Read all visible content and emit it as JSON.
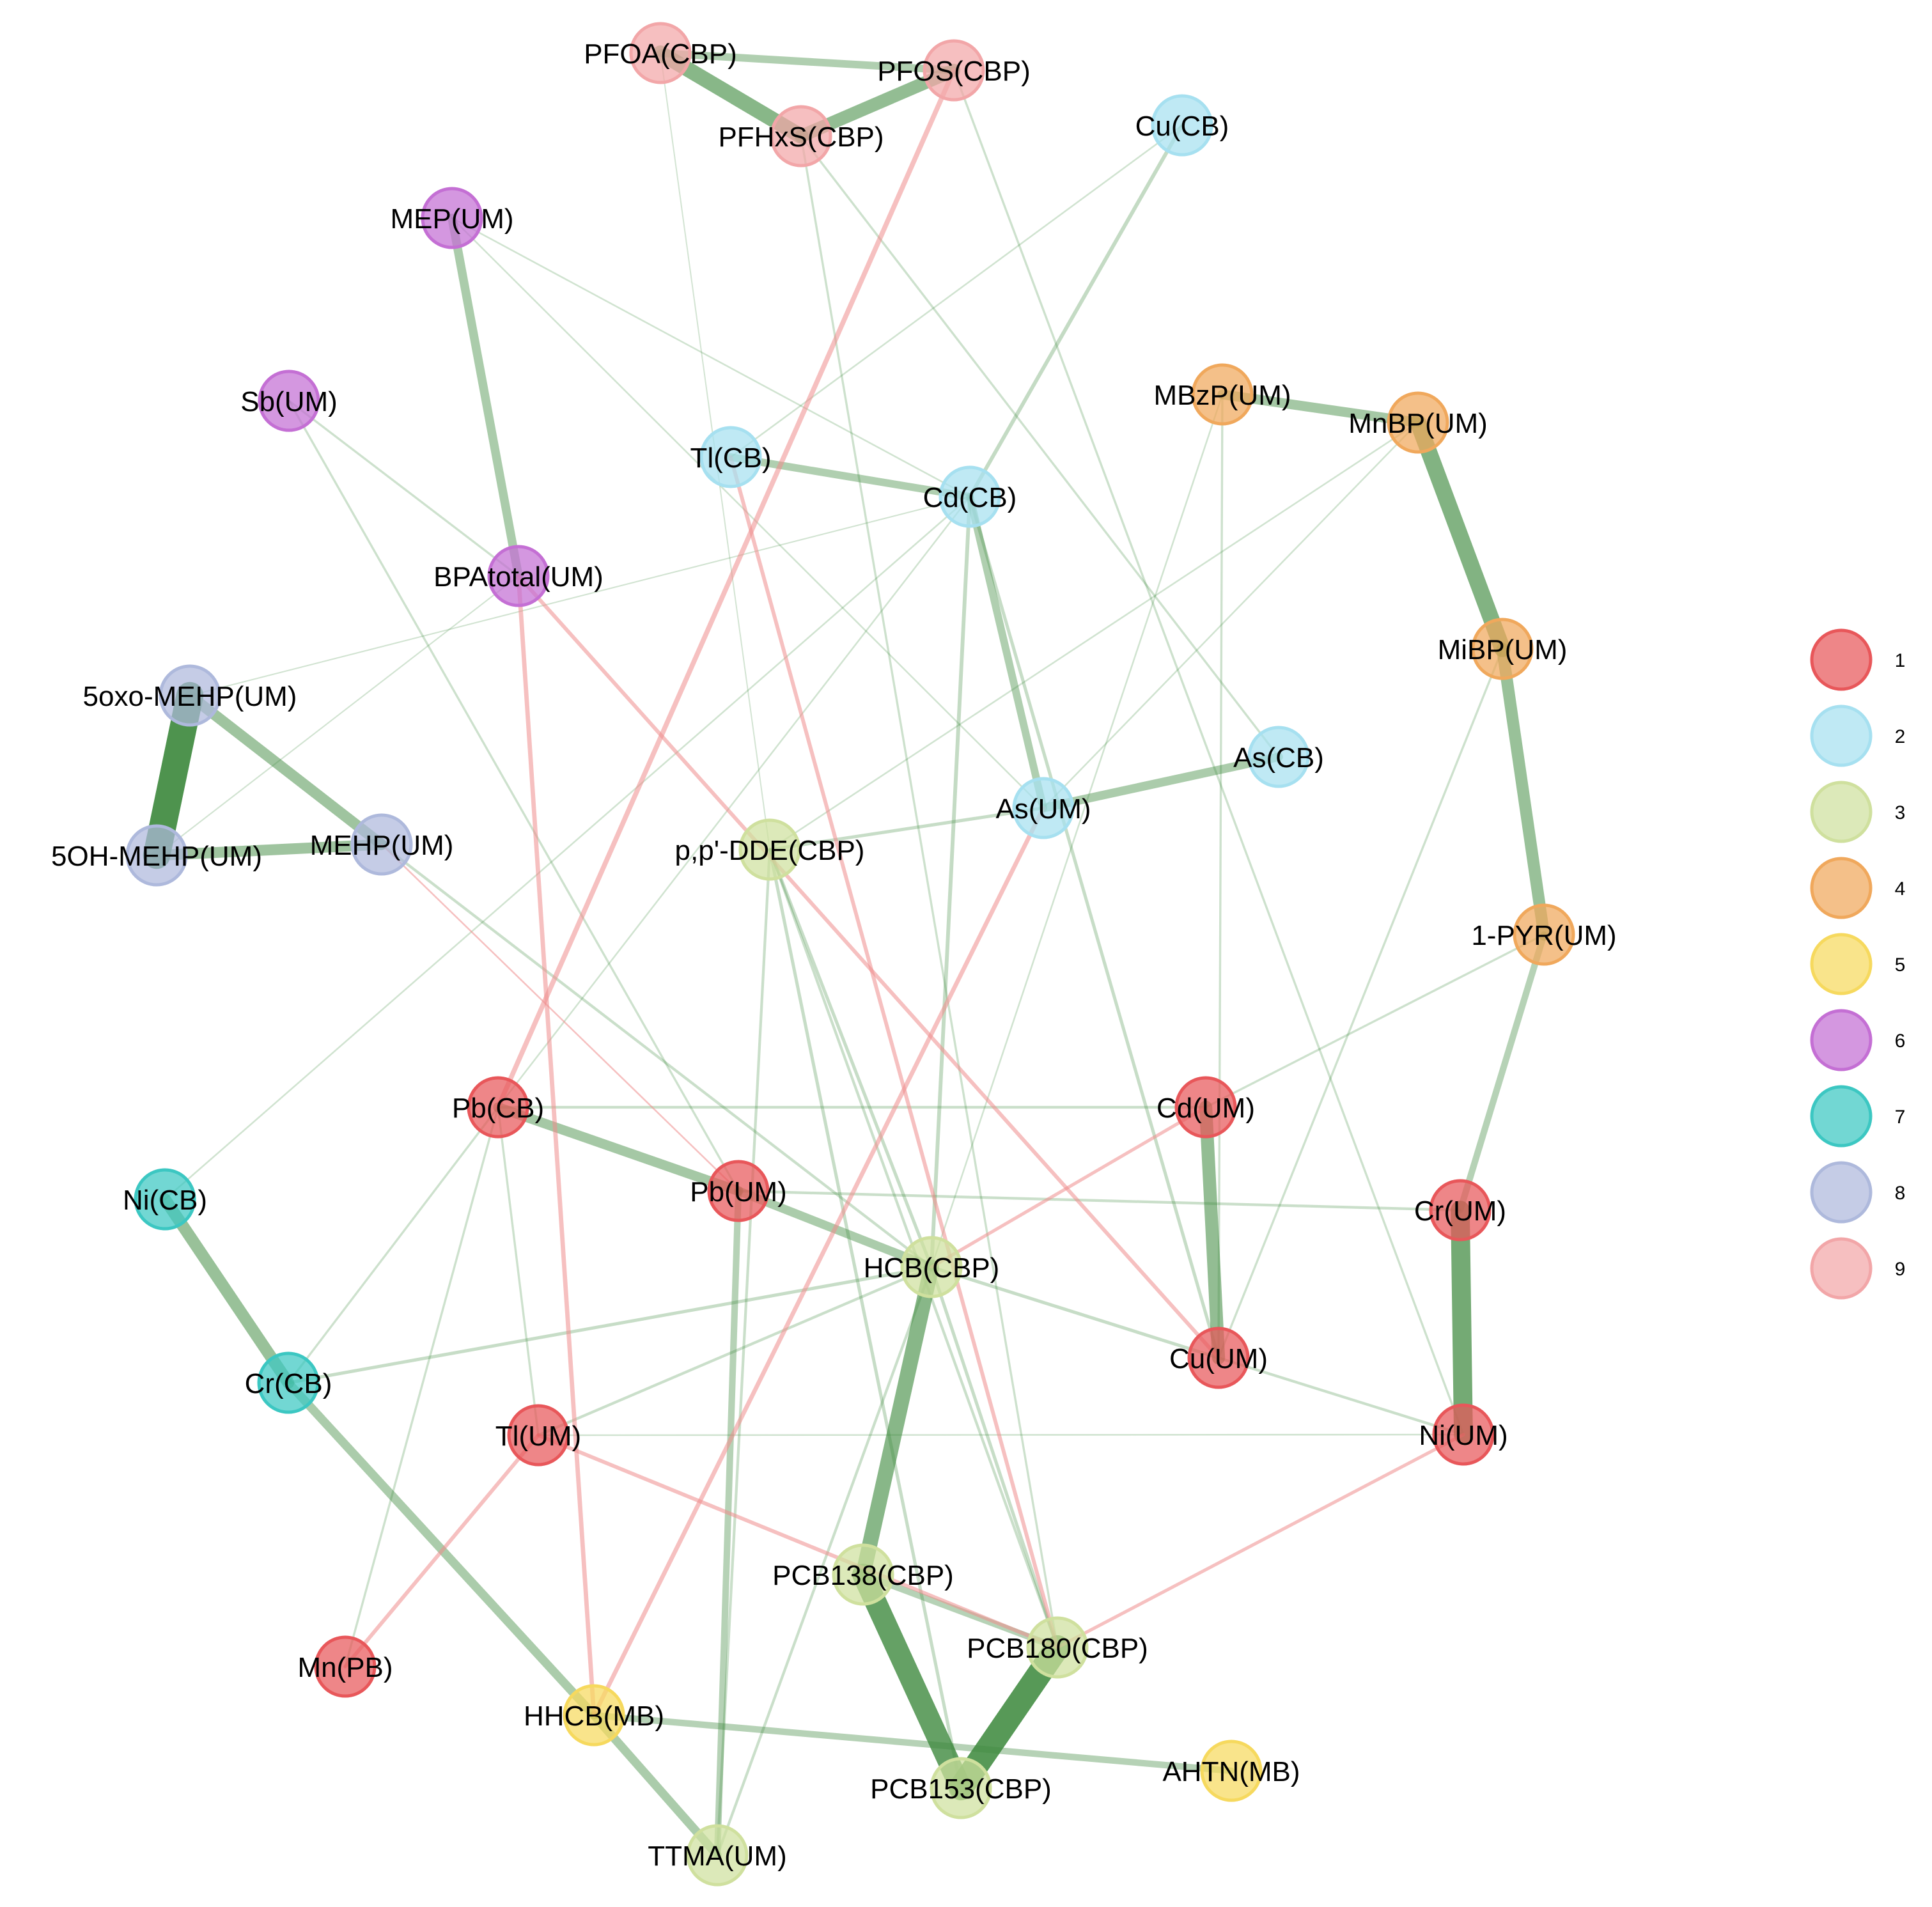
{
  "colors": {
    "edge_positive": "#3f8a3f",
    "edge_negative": "#ee8c8c",
    "groups": {
      "1": "#e8575a",
      "2": "#a6e0f0",
      "3": "#cfe09e",
      "4": "#f0a85c",
      "5": "#f6d95e",
      "6": "#c46fd4",
      "7": "#3cc7c2",
      "8": "#aeb9dc",
      "9": "#f2a6a8"
    }
  },
  "legend": [
    {
      "label": "1",
      "group": "1"
    },
    {
      "label": "2",
      "group": "2"
    },
    {
      "label": "3",
      "group": "3"
    },
    {
      "label": "4",
      "group": "4"
    },
    {
      "label": "5",
      "group": "5"
    },
    {
      "label": "6",
      "group": "6"
    },
    {
      "label": "7",
      "group": "7"
    },
    {
      "label": "8",
      "group": "8"
    },
    {
      "label": "9",
      "group": "9"
    }
  ],
  "nodes": [
    {
      "id": "PFOA",
      "label": "PFOA(CBP)",
      "group": "9"
    },
    {
      "id": "PFOS",
      "label": "PFOS(CBP)",
      "group": "9"
    },
    {
      "id": "PFHxS",
      "label": "PFHxS(CBP)",
      "group": "9"
    },
    {
      "id": "CuCB",
      "label": "Cu(CB)",
      "group": "2"
    },
    {
      "id": "MEP",
      "label": "MEP(UM)",
      "group": "6"
    },
    {
      "id": "SbUM",
      "label": "Sb(UM)",
      "group": "6"
    },
    {
      "id": "MBzP",
      "label": "MBzP(UM)",
      "group": "4"
    },
    {
      "id": "MnBP",
      "label": "MnBP(UM)",
      "group": "4"
    },
    {
      "id": "TlCB",
      "label": "Tl(CB)",
      "group": "2"
    },
    {
      "id": "CdCB",
      "label": "Cd(CB)",
      "group": "2"
    },
    {
      "id": "BPA",
      "label": "BPAtotal(UM)",
      "group": "6"
    },
    {
      "id": "MiBP",
      "label": "MiBP(UM)",
      "group": "4"
    },
    {
      "id": "5oxo",
      "label": "5oxo-MEHP(UM)",
      "group": "8"
    },
    {
      "id": "AsCB",
      "label": "As(CB)",
      "group": "2"
    },
    {
      "id": "AsUM",
      "label": "As(UM)",
      "group": "2"
    },
    {
      "id": "5OH",
      "label": "5OH-MEHP(UM)",
      "group": "8"
    },
    {
      "id": "MEHP",
      "label": "MEHP(UM)",
      "group": "8"
    },
    {
      "id": "DDE",
      "label": "p,p'-DDE(CBP)",
      "group": "3"
    },
    {
      "id": "PYR",
      "label": "1-PYR(UM)",
      "group": "4"
    },
    {
      "id": "PbCB",
      "label": "Pb(CB)",
      "group": "1"
    },
    {
      "id": "CdUM",
      "label": "Cd(UM)",
      "group": "1"
    },
    {
      "id": "NiCB",
      "label": "Ni(CB)",
      "group": "7"
    },
    {
      "id": "PbUM",
      "label": "Pb(UM)",
      "group": "1"
    },
    {
      "id": "CrUM",
      "label": "Cr(UM)",
      "group": "1"
    },
    {
      "id": "HCB",
      "label": "HCB(CBP)",
      "group": "3"
    },
    {
      "id": "CrCB",
      "label": "Cr(CB)",
      "group": "7"
    },
    {
      "id": "CuUM",
      "label": "Cu(UM)",
      "group": "1"
    },
    {
      "id": "TlUM",
      "label": "Tl(UM)",
      "group": "1"
    },
    {
      "id": "NiUM",
      "label": "Ni(UM)",
      "group": "1"
    },
    {
      "id": "PCB138",
      "label": "PCB138(CBP)",
      "group": "3"
    },
    {
      "id": "PCB180",
      "label": "PCB180(CBP)",
      "group": "3"
    },
    {
      "id": "MnPB",
      "label": "Mn(PB)",
      "group": "1"
    },
    {
      "id": "HHCB",
      "label": "HHCB(MB)",
      "group": "5"
    },
    {
      "id": "AHTN",
      "label": "AHTN(MB)",
      "group": "5"
    },
    {
      "id": "PCB153",
      "label": "PCB153(CBP)",
      "group": "3"
    },
    {
      "id": "TTMA",
      "label": "TTMA(UM)",
      "group": "3"
    }
  ],
  "edges": [
    {
      "source": "5oxo",
      "target": "5OH",
      "weight": 5,
      "sign": "positive"
    },
    {
      "source": "PCB153",
      "target": "PCB180",
      "weight": 4.5,
      "sign": "positive"
    },
    {
      "source": "PCB138",
      "target": "PCB153",
      "weight": 4,
      "sign": "positive"
    },
    {
      "source": "CrUM",
      "target": "NiUM",
      "weight": 3.5,
      "sign": "positive"
    },
    {
      "source": "MnBP",
      "target": "MiBP",
      "weight": 3,
      "sign": "positive"
    },
    {
      "source": "HCB",
      "target": "PCB138",
      "weight": 2.8,
      "sign": "positive"
    },
    {
      "source": "PFOA",
      "target": "PFHxS",
      "weight": 2.8,
      "sign": "positive"
    },
    {
      "source": "PFHxS",
      "target": "PFOS",
      "weight": 2.4,
      "sign": "positive"
    },
    {
      "source": "CdUM",
      "target": "CuUM",
      "weight": 2.4,
      "sign": "positive"
    },
    {
      "source": "MiBP",
      "target": "PYR",
      "weight": 2.2,
      "sign": "positive"
    },
    {
      "source": "NiCB",
      "target": "CrCB",
      "weight": 2.2,
      "sign": "positive"
    },
    {
      "source": "5oxo",
      "target": "MEHP",
      "weight": 2,
      "sign": "positive"
    },
    {
      "source": "5OH",
      "target": "MEHP",
      "weight": 2,
      "sign": "positive"
    },
    {
      "source": "MBzP",
      "target": "MnBP",
      "weight": 1.8,
      "sign": "positive"
    },
    {
      "source": "PbCB",
      "target": "PbUM",
      "weight": 1.8,
      "sign": "positive"
    },
    {
      "source": "PbUM",
      "target": "HCB",
      "weight": 1.6,
      "sign": "positive"
    },
    {
      "source": "CrCB",
      "target": "HHCB",
      "weight": 1.6,
      "sign": "positive"
    },
    {
      "source": "HHCB",
      "target": "TTMA",
      "weight": 1.6,
      "sign": "positive"
    },
    {
      "source": "AsUM",
      "target": "AsCB",
      "weight": 1.6,
      "sign": "positive"
    },
    {
      "source": "MEP",
      "target": "BPA",
      "weight": 1.6,
      "sign": "positive"
    },
    {
      "source": "PFOA",
      "target": "PFOS",
      "weight": 1.4,
      "sign": "positive"
    },
    {
      "source": "CdCB",
      "target": "AsUM",
      "weight": 1.4,
      "sign": "positive"
    },
    {
      "source": "TlCB",
      "target": "CdCB",
      "weight": 1.4,
      "sign": "positive"
    },
    {
      "source": "PYR",
      "target": "CrUM",
      "weight": 1.2,
      "sign": "positive"
    },
    {
      "source": "HHCB",
      "target": "AHTN",
      "weight": 1.2,
      "sign": "positive"
    },
    {
      "source": "PbUM",
      "target": "TTMA",
      "weight": 1.2,
      "sign": "positive"
    },
    {
      "source": "PCB138",
      "target": "PCB180",
      "weight": 1.2,
      "sign": "positive"
    },
    {
      "source": "CuCB",
      "target": "CdCB",
      "weight": 0.7,
      "sign": "positive"
    },
    {
      "source": "CdCB",
      "target": "HCB",
      "weight": 0.7,
      "sign": "positive"
    },
    {
      "source": "CdCB",
      "target": "CuUM",
      "weight": 0.6,
      "sign": "positive"
    },
    {
      "source": "DDE",
      "target": "AsUM",
      "weight": 0.6,
      "sign": "positive"
    },
    {
      "source": "DDE",
      "target": "HCB",
      "weight": 0.6,
      "sign": "positive"
    },
    {
      "source": "DDE",
      "target": "PCB153",
      "weight": 0.6,
      "sign": "positive"
    },
    {
      "source": "DDE",
      "target": "PCB180",
      "weight": 0.5,
      "sign": "positive"
    },
    {
      "source": "DDE",
      "target": "TTMA",
      "weight": 0.5,
      "sign": "positive"
    },
    {
      "source": "HCB",
      "target": "PCB180",
      "weight": 0.6,
      "sign": "positive"
    },
    {
      "source": "HCB",
      "target": "CrCB",
      "weight": 0.6,
      "sign": "positive"
    },
    {
      "source": "HCB",
      "target": "CuUM",
      "weight": 0.6,
      "sign": "positive"
    },
    {
      "source": "HCB",
      "target": "TlUM",
      "weight": 0.5,
      "sign": "positive"
    },
    {
      "source": "HCB",
      "target": "TTMA",
      "weight": 0.5,
      "sign": "positive"
    },
    {
      "source": "PbCB",
      "target": "CdUM",
      "weight": 0.5,
      "sign": "positive"
    },
    {
      "source": "PbCB",
      "target": "CrCB",
      "weight": 0.4,
      "sign": "positive"
    },
    {
      "source": "PbCB",
      "target": "TlUM",
      "weight": 0.4,
      "sign": "positive"
    },
    {
      "source": "PbCB",
      "target": "MnPB",
      "weight": 0.4,
      "sign": "positive"
    },
    {
      "source": "PbUM",
      "target": "CrUM",
      "weight": 0.5,
      "sign": "positive"
    },
    {
      "source": "CuUM",
      "target": "NiUM",
      "weight": 0.5,
      "sign": "positive"
    },
    {
      "source": "CuUM",
      "target": "MiBP",
      "weight": 0.4,
      "sign": "positive"
    },
    {
      "source": "CuUM",
      "target": "MBzP",
      "weight": 0.4,
      "sign": "positive"
    },
    {
      "source": "CdUM",
      "target": "PYR",
      "weight": 0.4,
      "sign": "positive"
    },
    {
      "source": "TlUM",
      "target": "NiUM",
      "weight": 0.3,
      "sign": "positive"
    },
    {
      "source": "MEHP",
      "target": "HCB",
      "weight": 0.5,
      "sign": "positive"
    },
    {
      "source": "SbUM",
      "target": "BPA",
      "weight": 0.4,
      "sign": "positive"
    },
    {
      "source": "SbUM",
      "target": "PbUM",
      "weight": 0.4,
      "sign": "positive"
    },
    {
      "source": "MEP",
      "target": "AsUM",
      "weight": 0.3,
      "sign": "positive"
    },
    {
      "source": "MEP",
      "target": "CdCB",
      "weight": 0.3,
      "sign": "positive"
    },
    {
      "source": "PFHxS",
      "target": "AsCB",
      "weight": 0.4,
      "sign": "positive"
    },
    {
      "source": "PFHxS",
      "target": "PCB180",
      "weight": 0.4,
      "sign": "positive"
    },
    {
      "source": "PFOS",
      "target": "NiUM",
      "weight": 0.4,
      "sign": "positive"
    },
    {
      "source": "PFOA",
      "target": "DDE",
      "weight": 0.2,
      "sign": "positive"
    },
    {
      "source": "CdCB",
      "target": "NiCB",
      "weight": 0.3,
      "sign": "positive"
    },
    {
      "source": "CdCB",
      "target": "PbCB",
      "weight": 0.3,
      "sign": "positive"
    },
    {
      "source": "CdCB",
      "target": "5oxo",
      "weight": 0.25,
      "sign": "positive"
    },
    {
      "source": "MnBP",
      "target": "AsUM",
      "weight": 0.3,
      "sign": "positive"
    },
    {
      "source": "MnBP",
      "target": "DDE",
      "weight": 0.3,
      "sign": "positive"
    },
    {
      "source": "CuCB",
      "target": "TlCB",
      "weight": 0.3,
      "sign": "positive"
    },
    {
      "source": "BPA",
      "target": "5OH",
      "weight": 0.25,
      "sign": "positive"
    },
    {
      "source": "MBzP",
      "target": "HCB",
      "weight": 0.3,
      "sign": "positive"
    },
    {
      "source": "PFOS",
      "target": "PbCB",
      "weight": 0.9,
      "sign": "negative"
    },
    {
      "source": "AsUM",
      "target": "HHCB",
      "weight": 0.8,
      "sign": "negative"
    },
    {
      "source": "BPA",
      "target": "HHCB",
      "weight": 0.8,
      "sign": "negative"
    },
    {
      "source": "BPA",
      "target": "CuUM",
      "weight": 0.7,
      "sign": "negative"
    },
    {
      "source": "TlCB",
      "target": "PCB180",
      "weight": 0.7,
      "sign": "negative"
    },
    {
      "source": "TlUM",
      "target": "PCB180",
      "weight": 0.7,
      "sign": "negative"
    },
    {
      "source": "TlUM",
      "target": "MnPB",
      "weight": 0.7,
      "sign": "negative"
    },
    {
      "source": "NiUM",
      "target": "PCB180",
      "weight": 0.6,
      "sign": "negative"
    },
    {
      "source": "CdUM",
      "target": "HCB",
      "weight": 0.6,
      "sign": "negative"
    },
    {
      "source": "MEHP",
      "target": "PbUM",
      "weight": 0.3,
      "sign": "negative"
    }
  ]
}
